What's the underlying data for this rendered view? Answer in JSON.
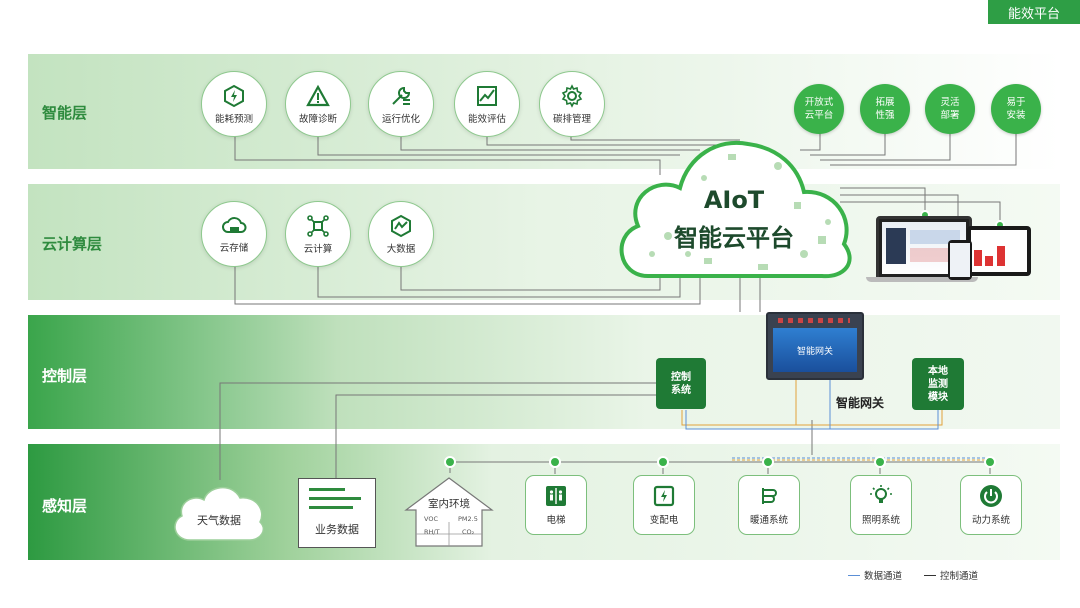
{
  "corner_tag": "能效平台",
  "layers": {
    "intelligence": {
      "label": "智能层",
      "items": [
        "能耗预测",
        "故障诊断",
        "运行优化",
        "能效评估",
        "碳排管理"
      ]
    },
    "cloud": {
      "label": "云计算层",
      "items": [
        "云存储",
        "云计算",
        "大数据"
      ]
    },
    "control": {
      "label": "控制层"
    },
    "perception": {
      "label": "感知层"
    }
  },
  "platform_features": [
    {
      "line1": "开放式",
      "line2": "云平台"
    },
    {
      "line1": "拓展",
      "line2": "性强"
    },
    {
      "line1": "灵活",
      "line2": "部署"
    },
    {
      "line1": "易于",
      "line2": "安装"
    }
  ],
  "cloud_platform": {
    "line1": "AIoT",
    "line2": "智能云平台"
  },
  "gateway": {
    "screen_text": "智能网关",
    "caption": "智能网关"
  },
  "control_system": {
    "line1": "控制",
    "line2": "系统"
  },
  "monitor_module": {
    "line1": "本地",
    "line2": "监测",
    "line3": "模块"
  },
  "weather": "天气数据",
  "business": "业务数据",
  "indoor": {
    "title": "室内环境",
    "voc": "VOC",
    "pm": "PM2.5",
    "rh": "RH/T",
    "co2": "CO₂"
  },
  "devices": [
    "电梯",
    "变配电",
    "暖通系统",
    "照明系统",
    "动力系统"
  ],
  "legend": {
    "data_channel": "数据通道",
    "control_channel": "控制通道"
  },
  "colors": {
    "brand_green": "#3ab24a",
    "dark_green": "#1f7a35",
    "layer_text": "#2e8b3e",
    "data_line": "#5b8fd6",
    "control_line": "#e2a23b"
  }
}
